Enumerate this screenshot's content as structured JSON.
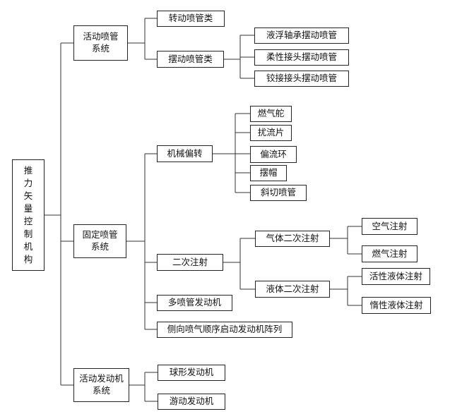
{
  "root": {
    "label": "推力矢量控制机构"
  },
  "activeNozzle": {
    "label": "活动喷管\n系统",
    "rotating": "转动喷管类",
    "swinging": "摆动喷管类",
    "liquidBearing": "液浮轴承摆动喷管",
    "flexJoint": "柔性接头摆动喷管",
    "hingeJoint": "铰接接头摆动喷管"
  },
  "fixedNozzle": {
    "label": "固定喷管\n系统",
    "mechDeflect": "机械偏转",
    "jetVane": "燃气舵",
    "spoiler": "扰流片",
    "deflectRing": "偏流环",
    "swingCap": "摆帽",
    "scarfNozzle": "斜切喷管",
    "secondaryInjection": "二次注射",
    "gasSecondary": "气体二次注射",
    "airInjection": "空气注射",
    "gasInjection": "燃气注射",
    "liquidSecondary": "液体二次注射",
    "activeLiquid": "活性液体注射",
    "inertLiquid": "惰性液体注射",
    "multiNozzle": "多喷管发动机",
    "lateralArray": "侧向喷气顺序启动发动机阵列"
  },
  "activeEngine": {
    "label": "活动发动机\n系统",
    "sphericalEngine": "球形发动机",
    "swimmingEngine": "游动发动机"
  }
}
